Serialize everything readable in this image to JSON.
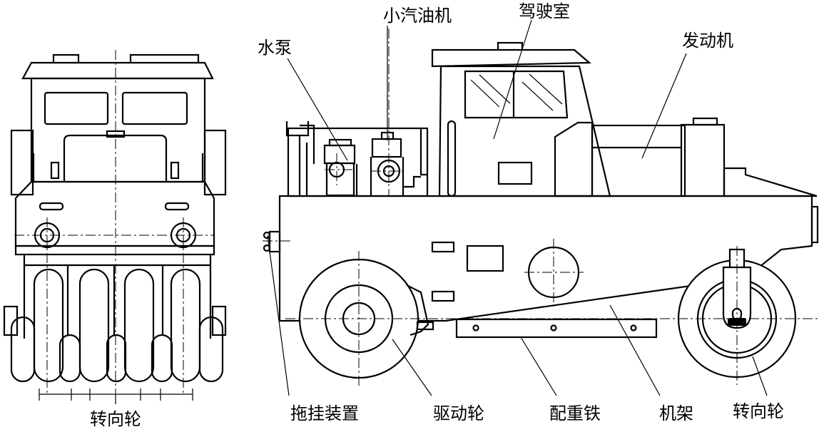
{
  "labels": {
    "steering_wheel_front": "转向轮",
    "water_pump": "水泵",
    "small_gasoline_engine": "小汽油机",
    "cab": "驾驶室",
    "engine": "发动机",
    "towing_device": "拖挂装置",
    "drive_wheel": "驱动轮",
    "counterweight": "配重铁",
    "frame": "机架",
    "steering_wheel_side": "转向轮"
  }
}
